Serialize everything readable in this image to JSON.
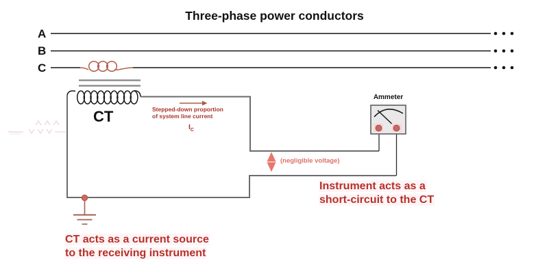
{
  "title": "Three-phase power conductors",
  "phases": {
    "labels": [
      "A",
      "B",
      "C"
    ]
  },
  "transformer": {
    "label": "CT"
  },
  "ammeter": {
    "label": "Ammeter"
  },
  "annotations": {
    "stepped_down_line1": "Stepped-down proportion",
    "stepped_down_line2": "of system line current",
    "current_symbol": "I",
    "current_subscript": "C",
    "negligible_voltage": "(negligible voltage)",
    "instrument_line1": "Instrument acts as a",
    "instrument_line2": "short-circuit to the CT",
    "ct_source_line1": "CT acts as a current source",
    "ct_source_line2": "to the receiving instrument"
  },
  "colors": {
    "conductor_black": "#141414",
    "circuit_wire_gray": "#6b6b6b",
    "coil_red": "#b25b4b",
    "annotation_red": "#b53129",
    "annotation_dark_red": "#a8342a",
    "voltage_salmon": "#e8766c",
    "ground_brown": "#a2614e",
    "terminal_fill": "#c06d60",
    "ammeter_face": "#e9e9e9"
  }
}
